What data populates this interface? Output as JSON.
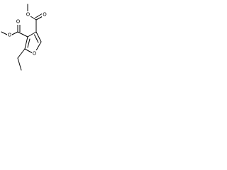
{
  "molecule": {
    "atoms": {
      "ring_oxygen": "O",
      "ester_top_carbonyl_o": "O",
      "ester_top_ether_o": "O",
      "ester_left_carbonyl_o": "O",
      "ester_left_ether_o": "O"
    }
  }
}
